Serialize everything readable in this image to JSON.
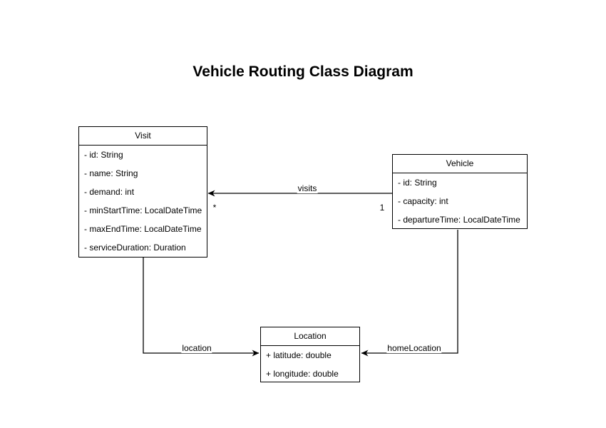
{
  "diagram": {
    "title": "Vehicle Routing Class Diagram"
  },
  "classes": [
    {
      "name": "Visit",
      "attributes": [
        "- id: String",
        "- name: String",
        "- demand: int",
        "- minStartTime: LocalDateTime",
        "- maxEndTime: LocalDateTime",
        "- serviceDuration: Duration"
      ]
    },
    {
      "name": "Vehicle",
      "attributes": [
        "- id: String",
        "- capacity: int",
        "- departureTime: LocalDateTime"
      ]
    },
    {
      "name": "Location",
      "attributes": [
        "+ latitude: double",
        "+ longitude: double"
      ]
    }
  ],
  "edges": [
    {
      "label": "visits",
      "from": "Vehicle",
      "to": "Visit",
      "source_multiplicity": "1",
      "target_multiplicity": "*"
    },
    {
      "label": "location",
      "from": "Visit",
      "to": "Location"
    },
    {
      "label": "homeLocation",
      "from": "Vehicle",
      "to": "Location"
    }
  ],
  "colors": {
    "background": "#ffffff",
    "shape_fill": "#ffffff",
    "stroke": "#000000",
    "text": "#000000"
  }
}
